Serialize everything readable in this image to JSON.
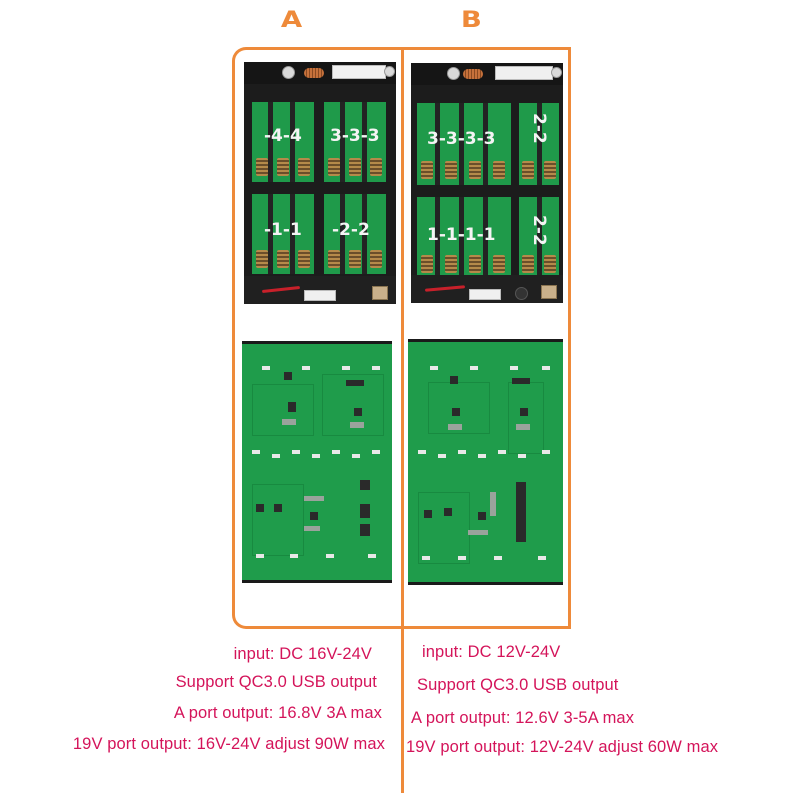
{
  "variants": [
    {
      "label": "A",
      "case_bays": [
        {
          "text": "-4-4",
          "orientation": "horizontal"
        },
        {
          "text": "3-3-3",
          "orientation": "horizontal"
        },
        {
          "text": "-1-1",
          "orientation": "horizontal"
        },
        {
          "text": "-2-2",
          "orientation": "horizontal"
        }
      ],
      "specs": {
        "input": "input: DC 16V-24V",
        "qc": "Support QC3.0 USB output",
        "a_port": "A port output: 16.8V 3A max",
        "port_19v": "19V port output: 16V-24V adjust 90W max"
      }
    },
    {
      "label": "B",
      "case_bays": [
        {
          "text": "3-3-3-3",
          "orientation": "horizontal"
        },
        {
          "text": "2-2",
          "orientation": "vertical"
        },
        {
          "text": "1-1-1-1",
          "orientation": "horizontal"
        },
        {
          "text": "2-2",
          "orientation": "vertical"
        }
      ],
      "specs": {
        "input": "input: DC 12V-24V",
        "qc": "Support QC3.0 USB output",
        "a_port": "A port output: 12.6V 3-5A max",
        "port_19v": "19V port output: 12V-24V adjust 60W max"
      }
    }
  ],
  "colors": {
    "frame": "#ee8a3a",
    "spec_text": "#d4145a",
    "pcb_green": "#1f9c4b",
    "case_black": "#1c1c1c"
  }
}
